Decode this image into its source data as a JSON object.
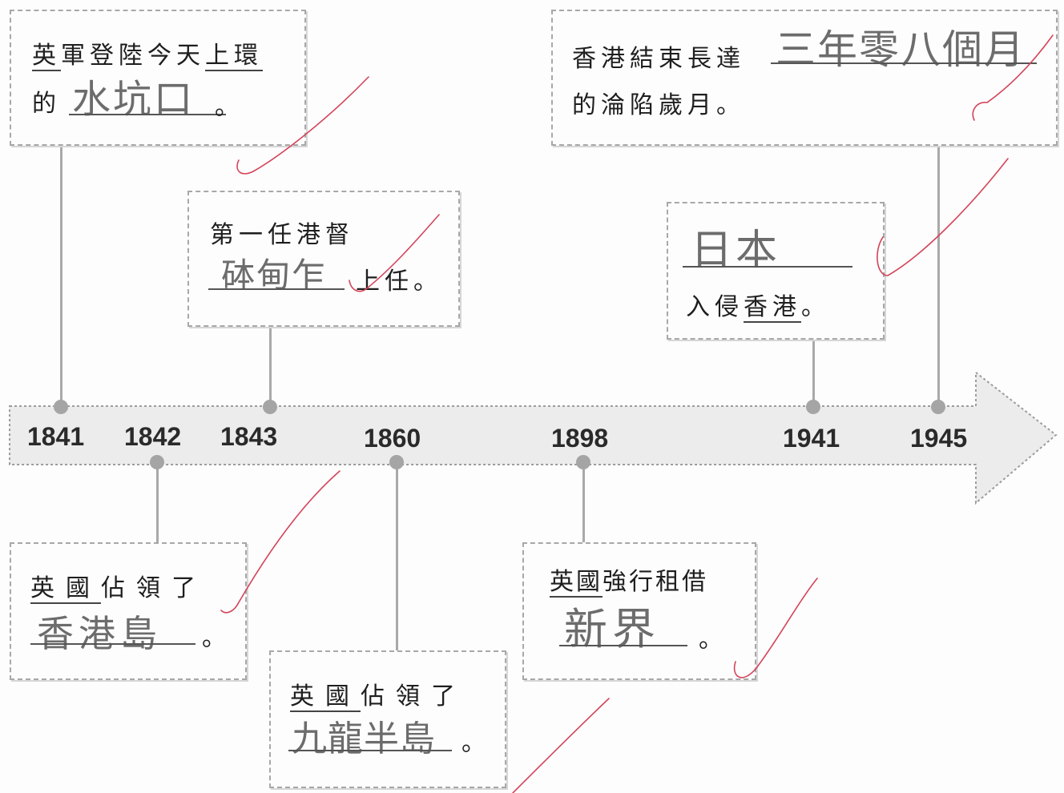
{
  "timeline": {
    "years": [
      "1841",
      "1842",
      "1843",
      "1860",
      "1898",
      "1941",
      "1945"
    ]
  },
  "events": {
    "e1841": {
      "line1_underlined": "英",
      "line1_rest": "軍登陸今天",
      "line1_place": "上環",
      "line2_prefix": "的",
      "answer": "水坑口",
      "suffix": "。"
    },
    "e1843": {
      "line1": "第一任港督",
      "answer": "砵甸乍",
      "suffix": "上任。"
    },
    "e1945": {
      "line1_prefix": "香港結束長達",
      "answer": "三年零八個月",
      "line2": "的淪陷歲月。"
    },
    "e1941": {
      "answer": "日本",
      "line2_prefix": "入侵",
      "line2_place": "香港",
      "suffix": "。"
    },
    "e1842": {
      "line1_country": "英國",
      "line1_rest": "佔領了",
      "answer": "香港島",
      "suffix": "。"
    },
    "e1860": {
      "line1_country": "英國",
      "line1_rest": "佔領了",
      "answer": "九龍半島",
      "suffix": "。"
    },
    "e1898": {
      "line1_country": "英國",
      "line1_rest": "強行租借",
      "answer": "新界",
      "suffix": "。"
    }
  },
  "colors": {
    "tick_mark": "#d4445a",
    "handwriting": "#6c6c6c",
    "timeline_fill": "#e8e8e8"
  }
}
